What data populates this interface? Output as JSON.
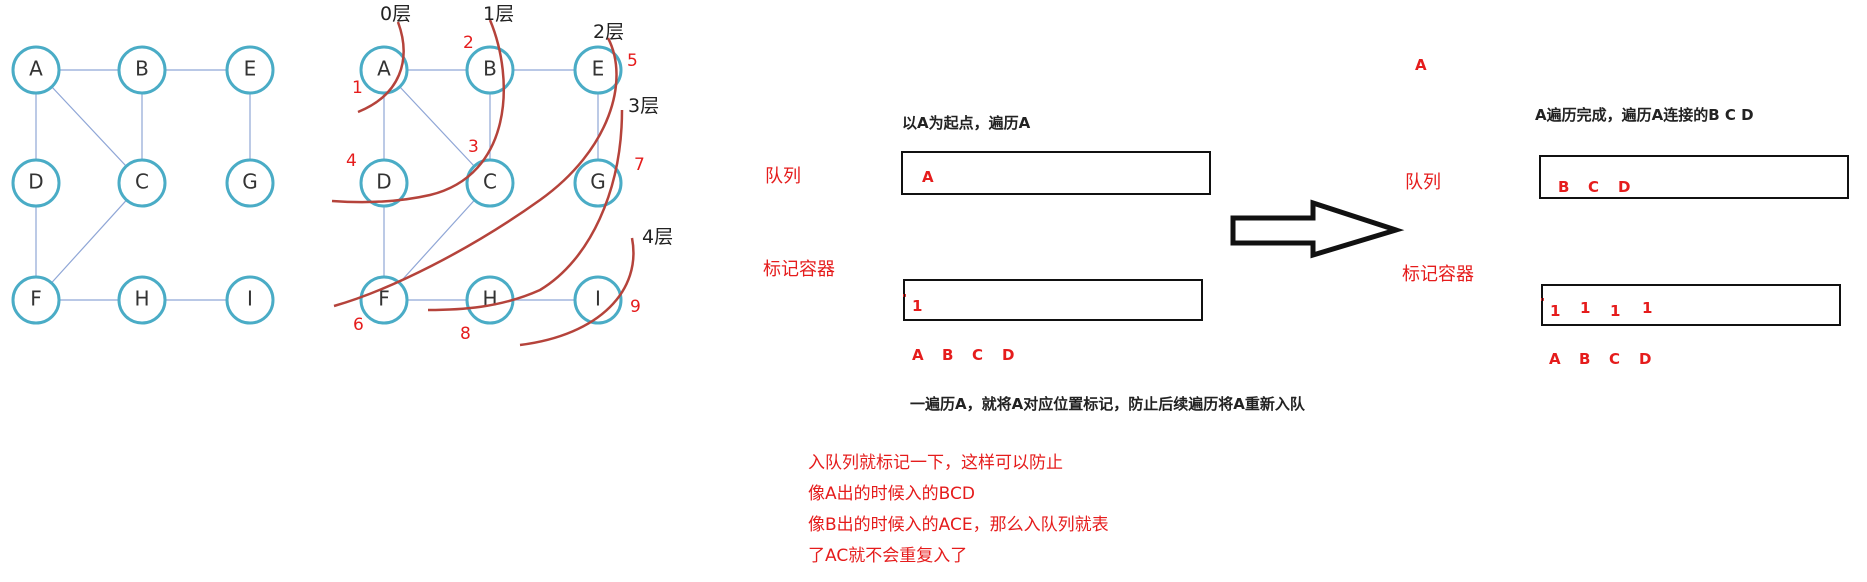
{
  "graph": {
    "nodes": [
      "A",
      "B",
      "E",
      "D",
      "C",
      "G",
      "F",
      "H",
      "I"
    ],
    "edges": [
      [
        "A",
        "B"
      ],
      [
        "B",
        "E"
      ],
      [
        "A",
        "D"
      ],
      [
        "A",
        "C"
      ],
      [
        "B",
        "C"
      ],
      [
        "E",
        "G"
      ],
      [
        "D",
        "F"
      ],
      [
        "C",
        "F"
      ],
      [
        "F",
        "H"
      ],
      [
        "H",
        "I"
      ]
    ]
  },
  "layers": {
    "l0": "0层",
    "l1": "1层",
    "l2": "2层",
    "l3": "3层",
    "l4": "4层"
  },
  "order_labels": [
    "1",
    "2",
    "3",
    "4",
    "5",
    "6",
    "7",
    "8",
    "9"
  ],
  "left": {
    "caption": "以A为起点，遍历A",
    "queue_label": "队列",
    "queue_content": "A",
    "mark_label": "标记容器",
    "mark_prefix": "\"",
    "mark_values": [
      "1"
    ],
    "mark_letters": [
      "A",
      "B",
      "C",
      "D"
    ],
    "note": "一遍历A，就将A对应位置标记，防止后续遍历将A重新入队"
  },
  "right": {
    "top_letter": "A",
    "caption": "A遍历完成，遍历A连接的B C D",
    "queue_label": "队列",
    "queue_content": [
      "B",
      "C",
      "D"
    ],
    "mark_label": "标记容器",
    "mark_prefix": "\"",
    "mark_values": [
      "1",
      "1",
      "1",
      "1"
    ],
    "mark_letters": [
      "A",
      "B",
      "C",
      "D"
    ]
  },
  "explanation": [
    "入队列就标记一下，这样可以防止",
    "像A出的时候入的BCD",
    "像B出的时候入的ACE，那么入队列就表",
    "了AC就不会重复入了"
  ]
}
